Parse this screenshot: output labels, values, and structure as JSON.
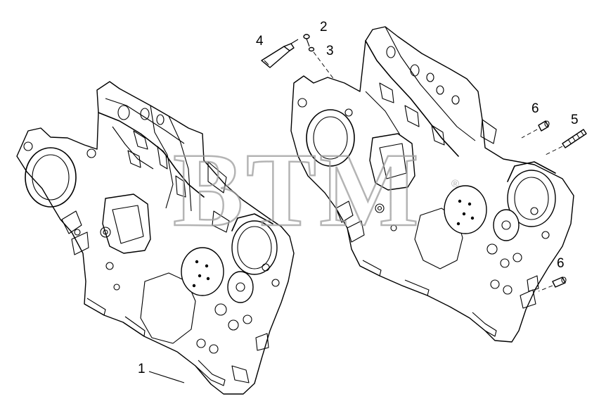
{
  "callouts": {
    "c1": "1",
    "c2": "2",
    "c3": "3",
    "c4": "4",
    "c5": "5",
    "c6a": "6",
    "c6b": "6"
  },
  "watermark": {
    "text": "BTM",
    "registered": "®",
    "color": "#9c9c9c"
  }
}
